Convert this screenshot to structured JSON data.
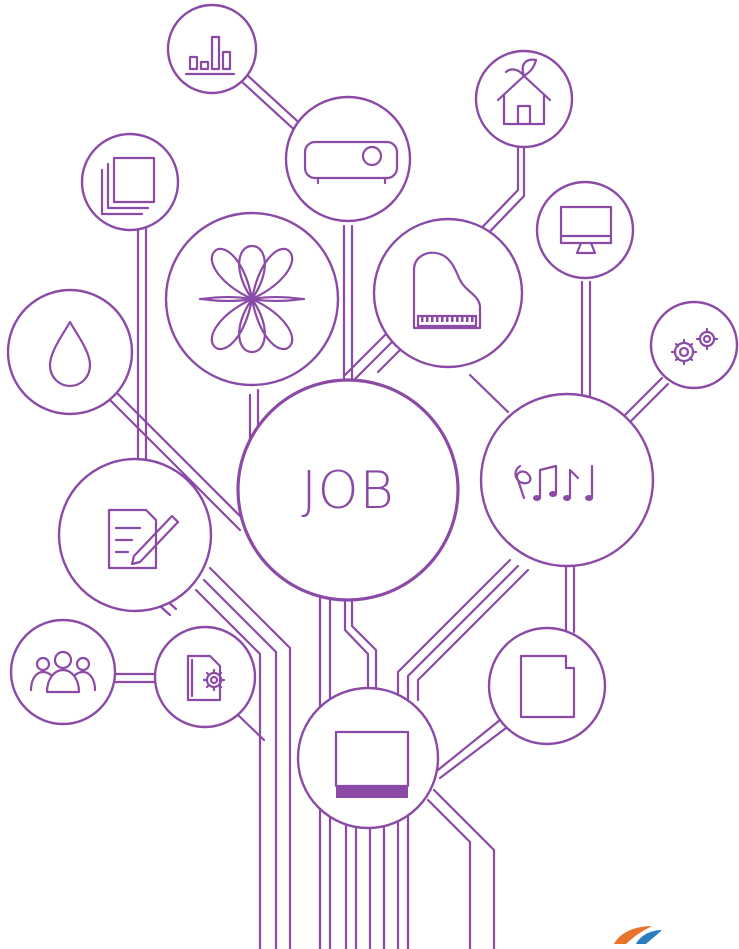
{
  "colors": {
    "accent": "#8b4aa6",
    "background": "#ffffff",
    "logo_orange": "#e8732a",
    "logo_blue": "#2a7bc0"
  },
  "center": {
    "label": "JOB"
  },
  "nodes": [
    {
      "id": "bar-chart",
      "icon": "bar-chart-icon"
    },
    {
      "id": "projector",
      "icon": "projector-icon"
    },
    {
      "id": "eco-home",
      "icon": "eco-home-icon"
    },
    {
      "id": "documents",
      "icon": "documents-stack-icon"
    },
    {
      "id": "monitor",
      "icon": "monitor-icon"
    },
    {
      "id": "flower",
      "icon": "flower-icon"
    },
    {
      "id": "piano",
      "icon": "piano-icon"
    },
    {
      "id": "water-drop",
      "icon": "water-drop-icon"
    },
    {
      "id": "gears",
      "icon": "gears-icon"
    },
    {
      "id": "music",
      "icon": "music-notes-icon"
    },
    {
      "id": "edit-document",
      "icon": "edit-document-icon"
    },
    {
      "id": "team",
      "icon": "team-icon"
    },
    {
      "id": "document-settings",
      "icon": "document-settings-icon"
    },
    {
      "id": "blank-page",
      "icon": "blank-page-icon"
    },
    {
      "id": "laptop",
      "icon": "laptop-icon"
    }
  ]
}
